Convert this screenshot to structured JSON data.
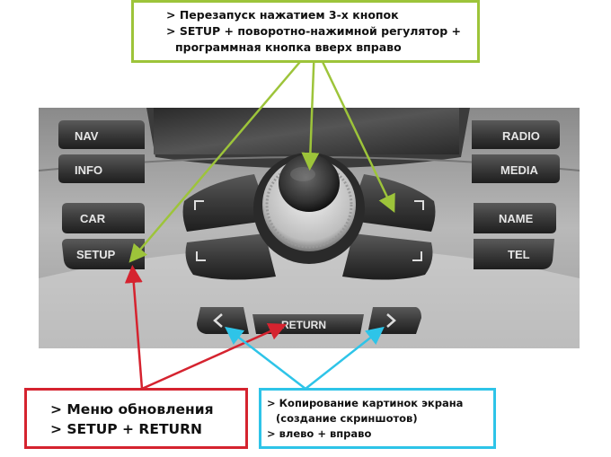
{
  "annotations": {
    "top": {
      "lines": [
        "> Перезапуск нажатием 3-х кнопок",
        "> SETUP + поворотно-нажимной регулятор +",
        "программная кнопка вверх вправо"
      ],
      "color": "#9dc43a"
    },
    "left": {
      "lines": [
        "> Меню обновления",
        "> SETUP + RETURN"
      ],
      "color": "#d5232f"
    },
    "right": {
      "lines": [
        "> Копирование картинок экрана",
        "(создание скриншотов)",
        "> влево + вправо"
      ],
      "color": "#2ec4e8"
    }
  },
  "buttons": {
    "nav": "NAV",
    "info": "INFO",
    "car": "CAR",
    "setup": "SETUP",
    "radio": "RADIO",
    "media": "MEDIA",
    "name": "NAME",
    "tel": "TEL",
    "return": "RETURN"
  },
  "icons": {
    "left_arrow": "chevron-left-icon",
    "right_arrow": "chevron-right-icon"
  }
}
